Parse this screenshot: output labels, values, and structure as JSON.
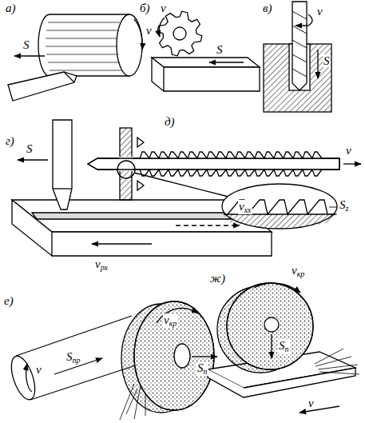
{
  "diagram": {
    "labels": [
      "а)",
      "v",
      "S",
      "б)",
      "v",
      "S",
      "в)",
      "v",
      "S",
      "г)",
      "S",
      "vрх",
      "vхх",
      "д)",
      "v",
      "Sz",
      "е)",
      "v",
      "Sпр",
      "vкр",
      "Sп",
      "ж)",
      "vкр",
      "Sп",
      "v"
    ]
  }
}
